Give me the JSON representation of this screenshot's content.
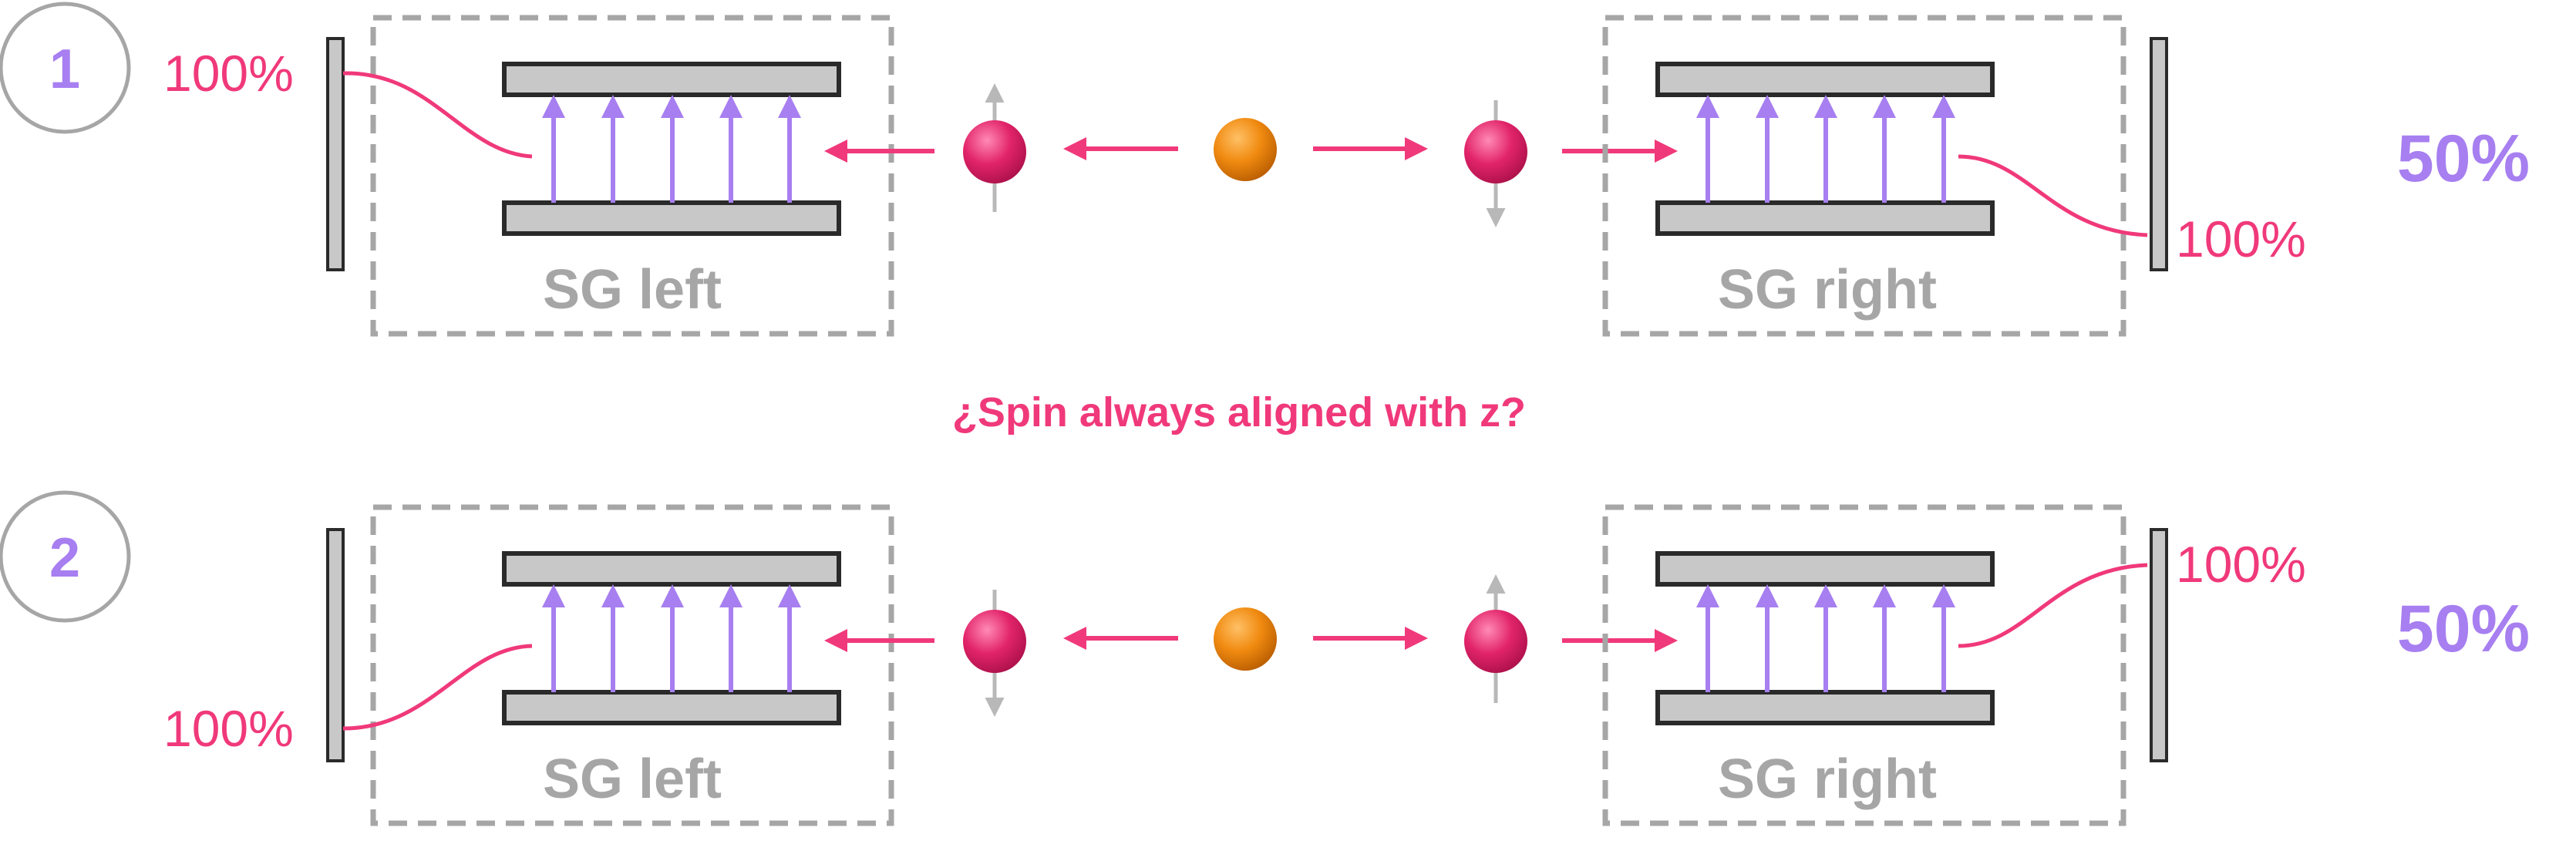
{
  "colors": {
    "accent": "#f0397a",
    "purple": "#a77ff0",
    "gray_box": "#a6a6a6",
    "plate_fill": "#c8c8c8",
    "plate_stroke": "#2a2a2a",
    "source_particle": "#f08a10",
    "spin_particle": "#e2246a",
    "spin_arrow": "#b8b8b8"
  },
  "question": "¿Spin always aligned with z?",
  "scenarios": [
    {
      "number": "1",
      "left_apparatus_label": "SG left",
      "right_apparatus_label": "SG right",
      "left_detector_percent": "100%",
      "right_detector_percent": "100%",
      "probability": "50%",
      "left_particle_spin": "up",
      "right_particle_spin": "down"
    },
    {
      "number": "2",
      "left_apparatus_label": "SG left",
      "right_apparatus_label": "SG right",
      "left_detector_percent": "100%",
      "right_detector_percent": "100%",
      "probability": "50%",
      "left_particle_spin": "down",
      "right_particle_spin": "up"
    }
  ]
}
